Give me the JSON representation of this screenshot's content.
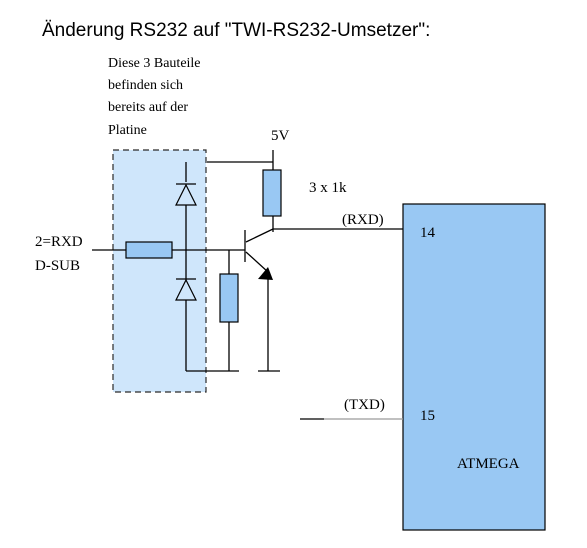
{
  "title": "Änderung RS232 auf \"TWI-RS232-Umsetzer\":",
  "note_lines": [
    "Diese 3 Bauteile",
    "befinden sich",
    "bereits auf der",
    "Platine"
  ],
  "supply_label": "5V",
  "resistor_label": "3 x 1k",
  "input_label_lines": [
    "2=RXD",
    "D-SUB"
  ],
  "rxd_label": "(RXD)",
  "txd_label": "(TXD)",
  "pin_rxd": "14",
  "pin_txd": "15",
  "chip_label": "ATMEGA",
  "colors": {
    "board_fill": "#cfe6fb",
    "chip_fill": "#99c8f3",
    "component_fill": "#99c8f3",
    "dashed_border": "#2a2a2a"
  }
}
